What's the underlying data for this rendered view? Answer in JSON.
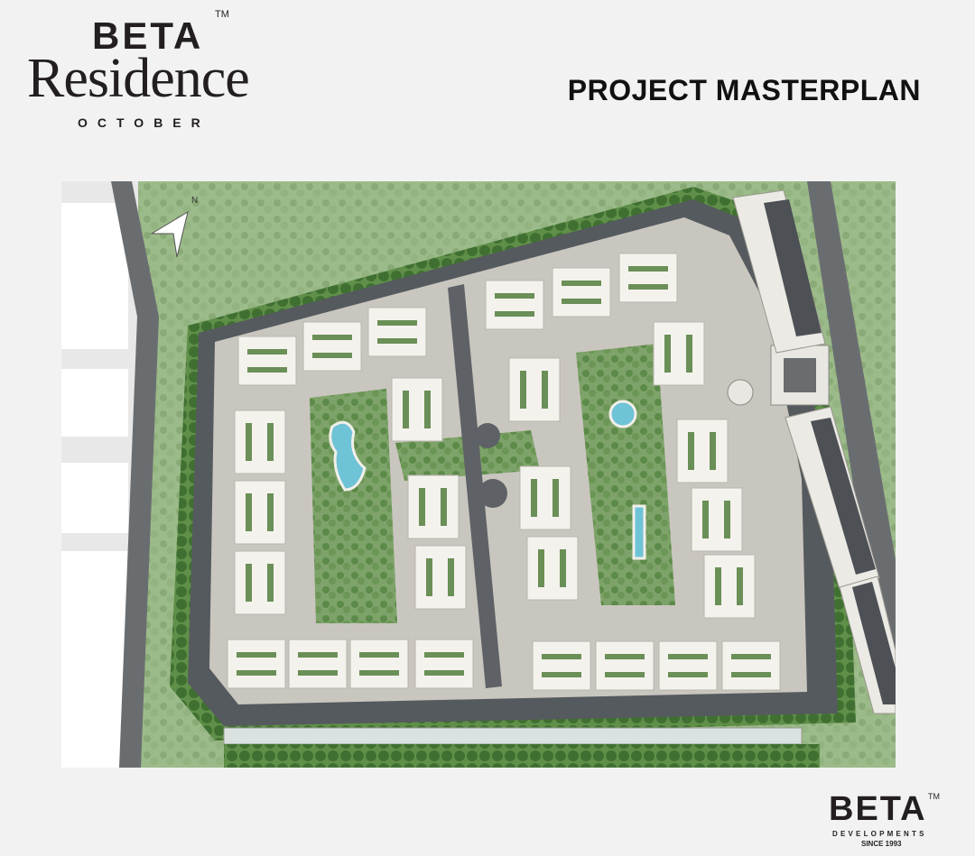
{
  "brand": {
    "name": "BETA",
    "tm": "TM",
    "project": "Residence",
    "location": "OCTOBER"
  },
  "page_title": "PROJECT MASTERPLAN",
  "masterplan": {
    "compass_label": "N",
    "colors": {
      "greenery": "#8fb07c",
      "trees": "#4f7d3c",
      "road": "#5a5d60",
      "building": "#f3f1ec",
      "pool": "#6fc3d6",
      "lot": "#ffffff"
    }
  },
  "developer": {
    "name": "BETA",
    "tm": "TM",
    "division": "DEVELOPMENTS",
    "since": "SINCE 1993"
  }
}
